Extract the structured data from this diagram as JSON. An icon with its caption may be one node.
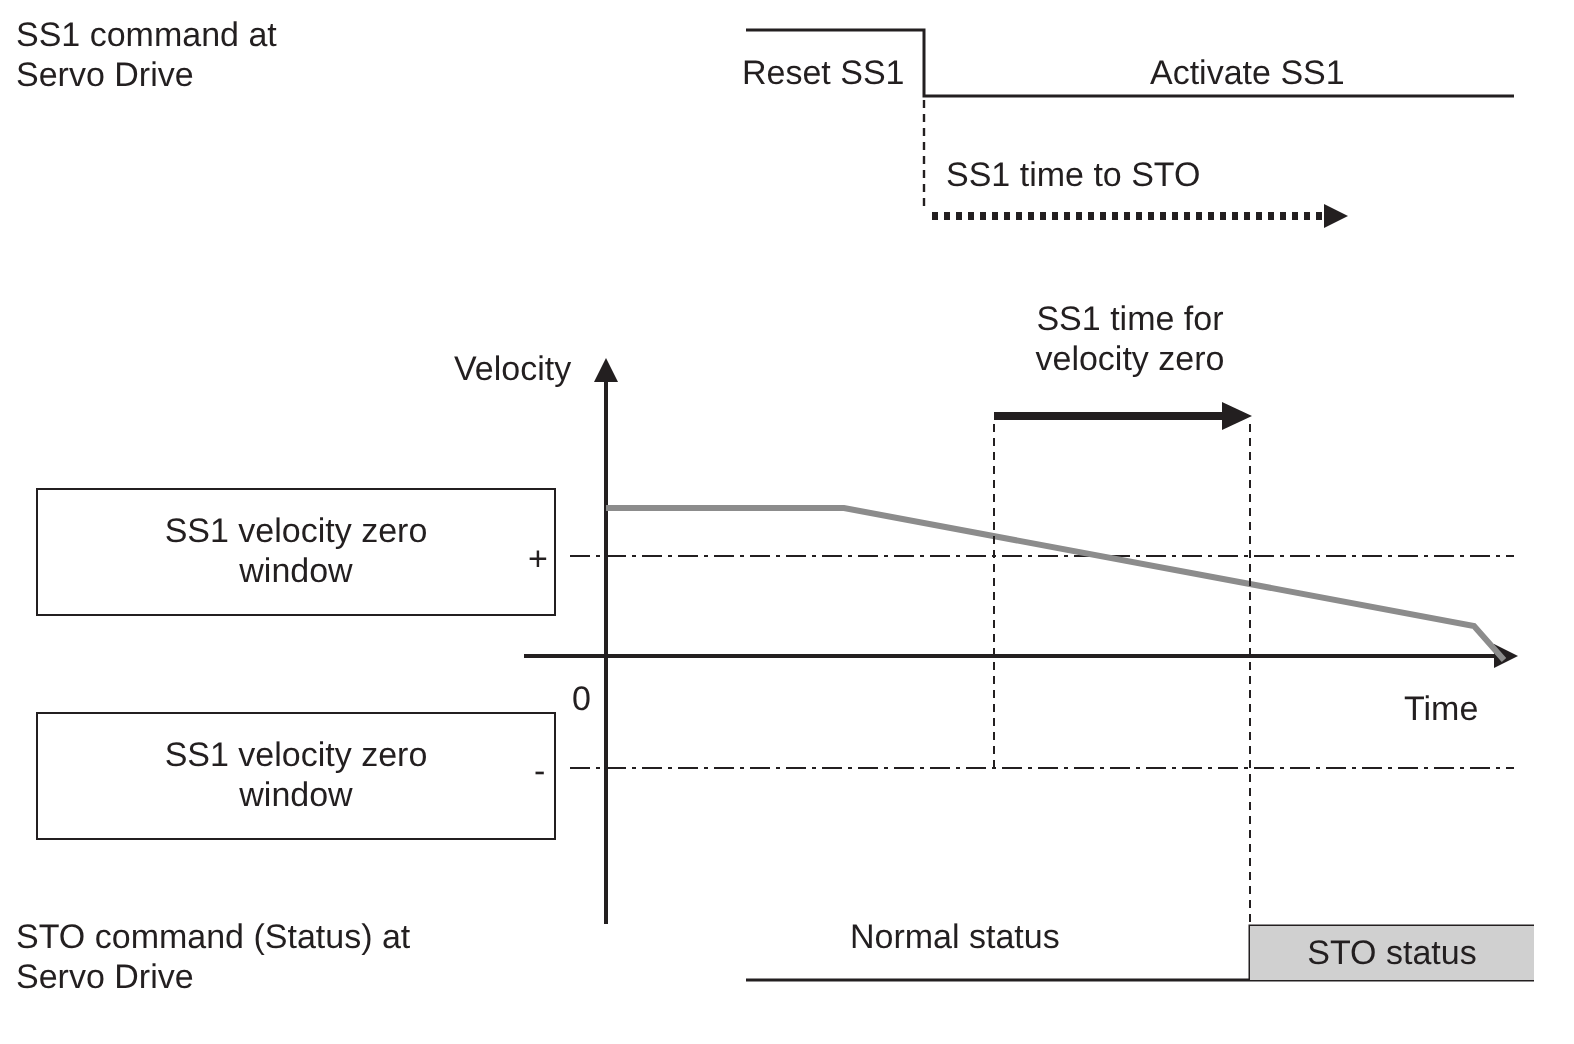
{
  "diagram": {
    "nodes": [
      {
        "text": [
          "SS1 velocity zero window"
        ]
      },
      {
        "text": [
          "SS1 velocity zero window"
        ]
      },
      {
        "text": [
          "STO status"
        ]
      }
    ],
    "labels": [
      "SS1 command at Servo Drive",
      "Reset SS1",
      "Activate SS1",
      "SS1 time to STO",
      "Velocity",
      "SS1 time for velocity zero",
      "+",
      "0",
      "Time",
      "-",
      "STO command (Status) at Servo Drive",
      "Normal status"
    ]
  }
}
